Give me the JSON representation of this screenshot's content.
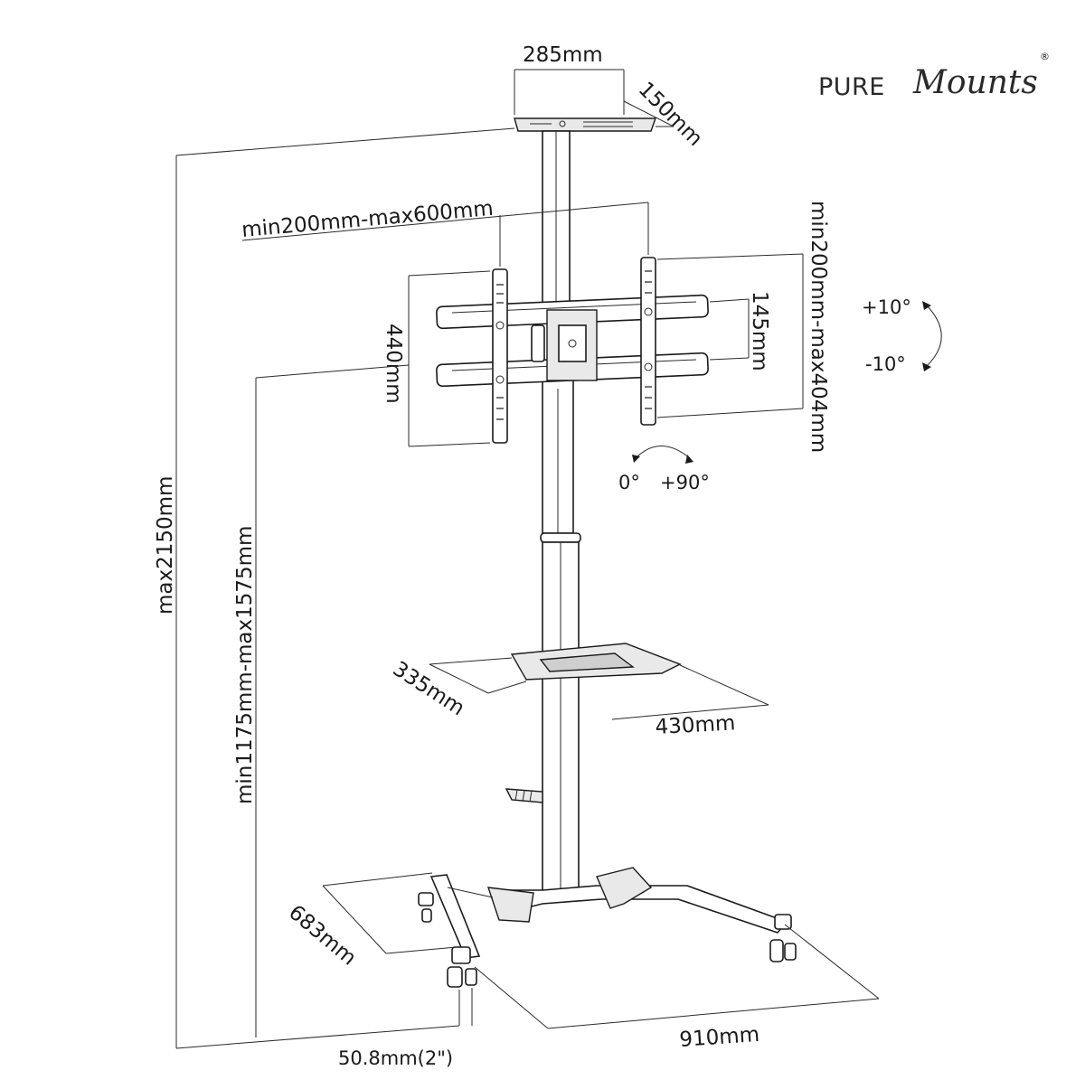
{
  "brand": {
    "prefix": "PURE",
    "script": "Mounts",
    "registered": "®"
  },
  "dimensions": {
    "top_shelf_width": "285mm",
    "top_shelf_depth": "150mm",
    "vesa_horizontal": "min200mm-max600mm",
    "vesa_vertical": "min200mm-max404mm",
    "bracket_height": "440mm",
    "rail_spacing": "145mm",
    "max_height": "max2150mm",
    "mount_height": "min1175mm-max1575mm",
    "shelf_depth": "335mm",
    "shelf_width": "430mm",
    "base_depth": "683mm",
    "base_width": "910mm",
    "caster_size": "50.8mm(2\")"
  },
  "tilt": {
    "up": "+10°",
    "down": "-10°"
  },
  "rotation": {
    "start": "0°",
    "end": "+90°"
  }
}
